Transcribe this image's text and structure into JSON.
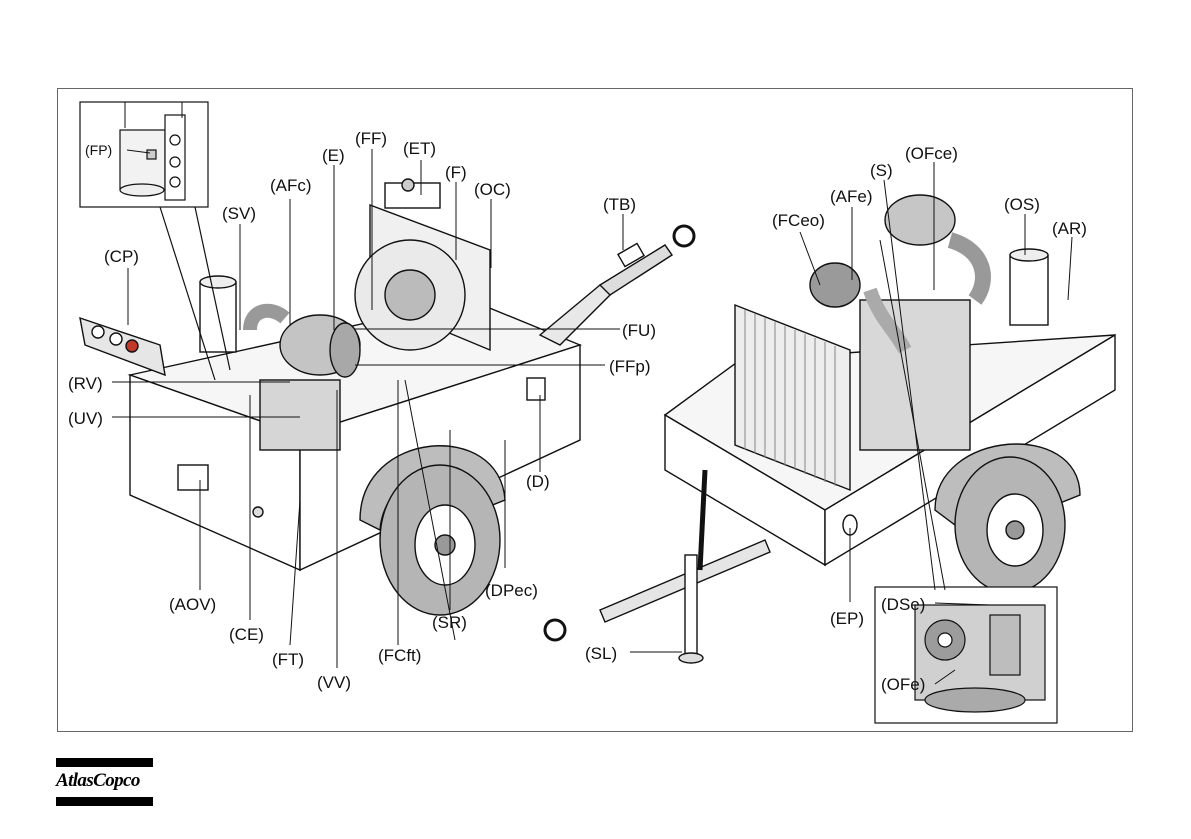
{
  "labels": {
    "fp": "(FP)",
    "ff": "(FF)",
    "et": "(ET)",
    "e": "(E)",
    "f": "(F)",
    "oc": "(OC)",
    "tb": "(TB)",
    "afc": "(AFc)",
    "sv": "(SV)",
    "cp": "(CP)",
    "fu": "(FU)",
    "ffp": "(FFp)",
    "rv": "(RV)",
    "uv": "(UV)",
    "d": "(D)",
    "dpec": "(DPec)",
    "aov": "(AOV)",
    "ce": "(CE)",
    "ft": "(FT)",
    "vv": "(VV)",
    "fcft": "(FCft)",
    "sr": "(SR)",
    "sl": "(SL)",
    "s": "(S)",
    "ofce": "(OFce)",
    "afe": "(AFe)",
    "os": "(OS)",
    "fceo": "(FCeo)",
    "ar": "(AR)",
    "ep": "(EP)",
    "dse": "(DSe)",
    "ofe": "(OFe)"
  },
  "logo": {
    "brand": "AtlasCopco"
  },
  "colors": {
    "line": "#111111",
    "panel": "#f4f4f4",
    "grey": "#b0b0b0",
    "dark": "#6a6a6a",
    "accent": "#c0392b"
  }
}
